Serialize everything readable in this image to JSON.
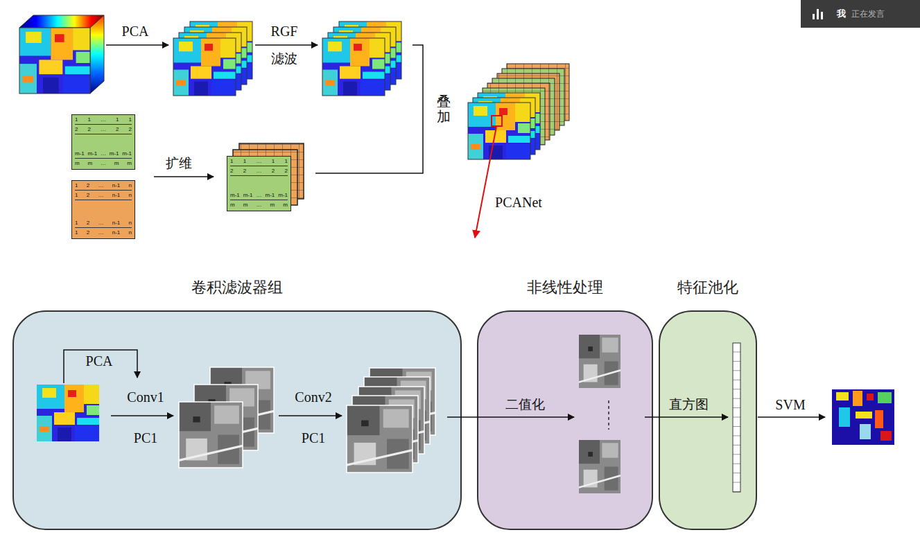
{
  "diagram": {
    "nodes": [
      {
        "text": [
          "我",
          "正在发言"
        ]
      },
      {
        "text": [
          "1 1 … 1 1",
          "2 2 … 2 2",
          "m-1 m-1 … m-1 m-1",
          "m m … m m"
        ]
      },
      {
        "text": [
          "1 2 … n-1 n",
          "1 2 … n-1 n",
          "1 2 … n-1 n",
          "1 2 … n-1 n"
        ]
      },
      {
        "text": [
          "1 1 … 1 1",
          "2 2 … 2 2",
          "m-1 m-1 … m-1 m-1",
          "m m … m m"
        ]
      },
      {
        "text": [
          "卷积滤波器组"
        ]
      },
      {
        "text": [
          "非线性处理"
        ]
      },
      {
        "text": [
          "特征池化"
        ]
      }
    ],
    "labels": [
      "PCA",
      "RGF",
      "滤波",
      "叠加",
      "扩维",
      "PCANet",
      "PCA",
      "Conv1",
      "PC1",
      "Conv2",
      "PC1",
      "二值化",
      "直方图",
      "SVM"
    ]
  }
}
